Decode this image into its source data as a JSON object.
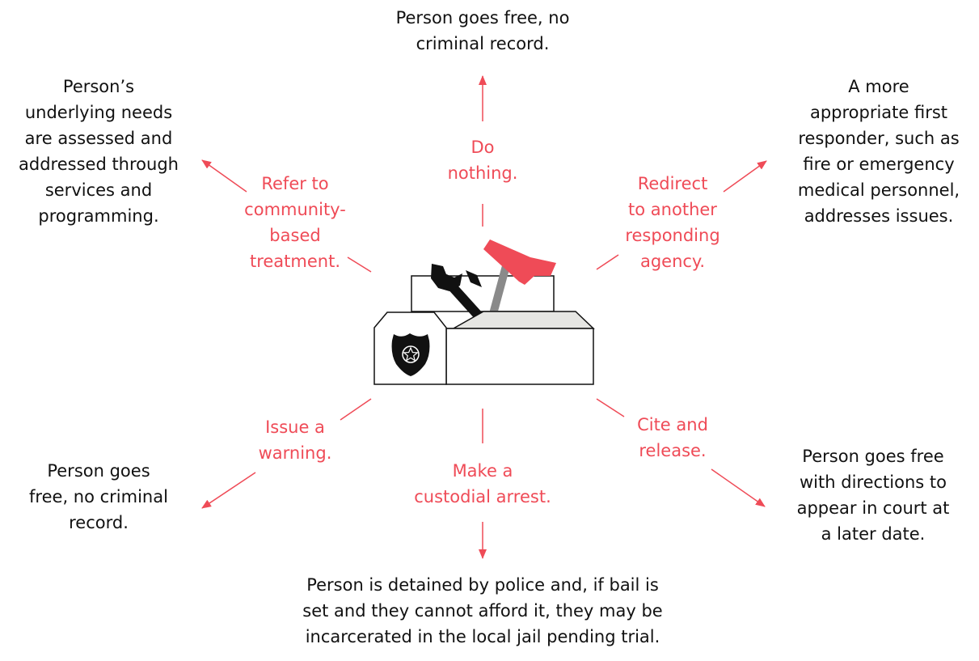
{
  "colors": {
    "action": "#ef4b57",
    "outcome": "#111111",
    "box_fill": "#ffffff",
    "box_inner": "#e6e6e3",
    "tool_dark": "#111111",
    "tool_grey": "#8a8a8a",
    "hammer_head": "#ef4b57"
  },
  "icons": {
    "center": "toolbox-icon",
    "badge": "police-badge-icon",
    "wrench": "wrench-icon",
    "hammer": "hammer-icon"
  },
  "actions": {
    "do_nothing": [
      "Do",
      "nothing."
    ],
    "refer": [
      "Refer to",
      "community-",
      "based",
      "treatment."
    ],
    "redirect": [
      "Redirect",
      "to another",
      "responding",
      "agency."
    ],
    "warning": [
      "Issue a",
      "warning."
    ],
    "arrest": [
      "Make a",
      "custodial arrest."
    ],
    "cite": [
      "Cite and",
      "release."
    ]
  },
  "outcomes": {
    "do_nothing": [
      "Person goes free, no",
      "criminal record."
    ],
    "refer": [
      "Person’s",
      "underlying needs",
      "are assessed and",
      "addressed through",
      "services and",
      "programming."
    ],
    "redirect": [
      "A more",
      "appropriate first",
      "responder, such as",
      "fire or emergency",
      "medical personnel,",
      "addresses issues."
    ],
    "warning": [
      "Person goes",
      "free, no criminal",
      "record."
    ],
    "arrest": [
      "Person is detained by police and, if bail is",
      "set and they cannot afford it, they may be",
      "incarcerated in the local jail pending trial."
    ],
    "cite": [
      "Person goes free",
      "with directions to",
      "appear in court at",
      "a later date."
    ]
  }
}
